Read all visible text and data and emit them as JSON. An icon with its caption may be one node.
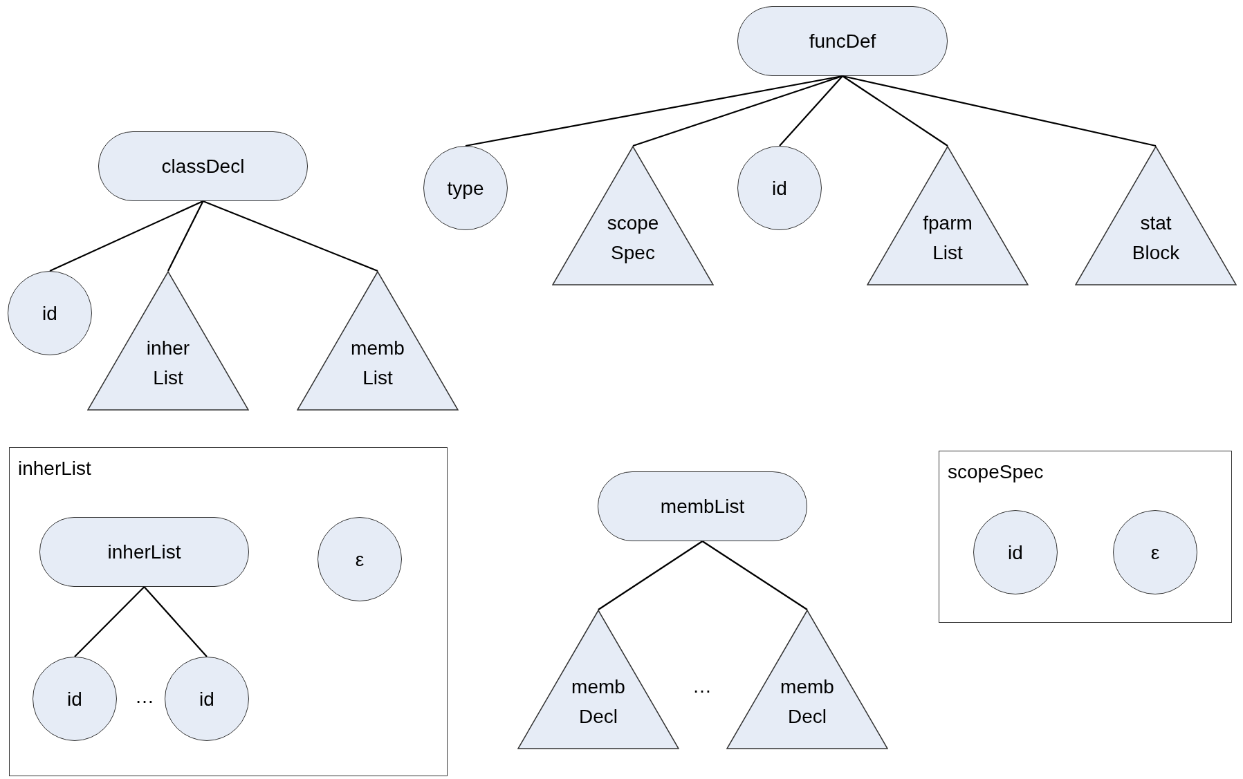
{
  "diagram": {
    "nodes": [
      {
        "text": [
          "funcDef"
        ]
      },
      {
        "text": [
          "type"
        ]
      },
      {
        "text": [
          "scope Spec"
        ]
      },
      {
        "text": [
          "id"
        ]
      },
      {
        "text": [
          "fparm List"
        ]
      },
      {
        "text": [
          "stat Block"
        ]
      },
      {
        "text": [
          "classDecl"
        ]
      },
      {
        "text": [
          "id"
        ]
      },
      {
        "text": [
          "inher List"
        ]
      },
      {
        "text": [
          "memb List"
        ]
      },
      {
        "text": [
          "inherList"
        ]
      },
      {
        "text": [
          "inherList"
        ],
        "in": 10
      },
      {
        "text": [
          "id"
        ],
        "in": 10
      },
      {
        "text": [
          "id"
        ],
        "in": 10
      },
      {
        "text": [
          "ε"
        ],
        "in": 10
      },
      {
        "text": [
          "membList"
        ]
      },
      {
        "text": [
          "memb Decl"
        ]
      },
      {
        "text": [
          "memb Decl"
        ]
      },
      {
        "text": [
          "scopeSpec"
        ]
      },
      {
        "text": [
          "id"
        ],
        "in": 18
      },
      {
        "text": [
          "ε"
        ],
        "in": 18
      }
    ],
    "edges": [
      {
        "from": 0,
        "to": 1,
        "arrow": "none"
      },
      {
        "from": 0,
        "to": 2,
        "arrow": "none"
      },
      {
        "from": 0,
        "to": 3,
        "arrow": "none"
      },
      {
        "from": 0,
        "to": 4,
        "arrow": "none"
      },
      {
        "from": 0,
        "to": 5,
        "arrow": "none"
      },
      {
        "from": 6,
        "to": 7,
        "arrow": "none"
      },
      {
        "from": 6,
        "to": 8,
        "arrow": "none"
      },
      {
        "from": 6,
        "to": 9,
        "arrow": "none"
      },
      {
        "from": 11,
        "to": 12,
        "arrow": "none"
      },
      {
        "from": 11,
        "to": 13,
        "arrow": "none"
      },
      {
        "from": 15,
        "to": 16,
        "arrow": "none"
      },
      {
        "from": 15,
        "to": 17,
        "arrow": "none"
      }
    ],
    "labels": [
      "…",
      "…"
    ]
  }
}
